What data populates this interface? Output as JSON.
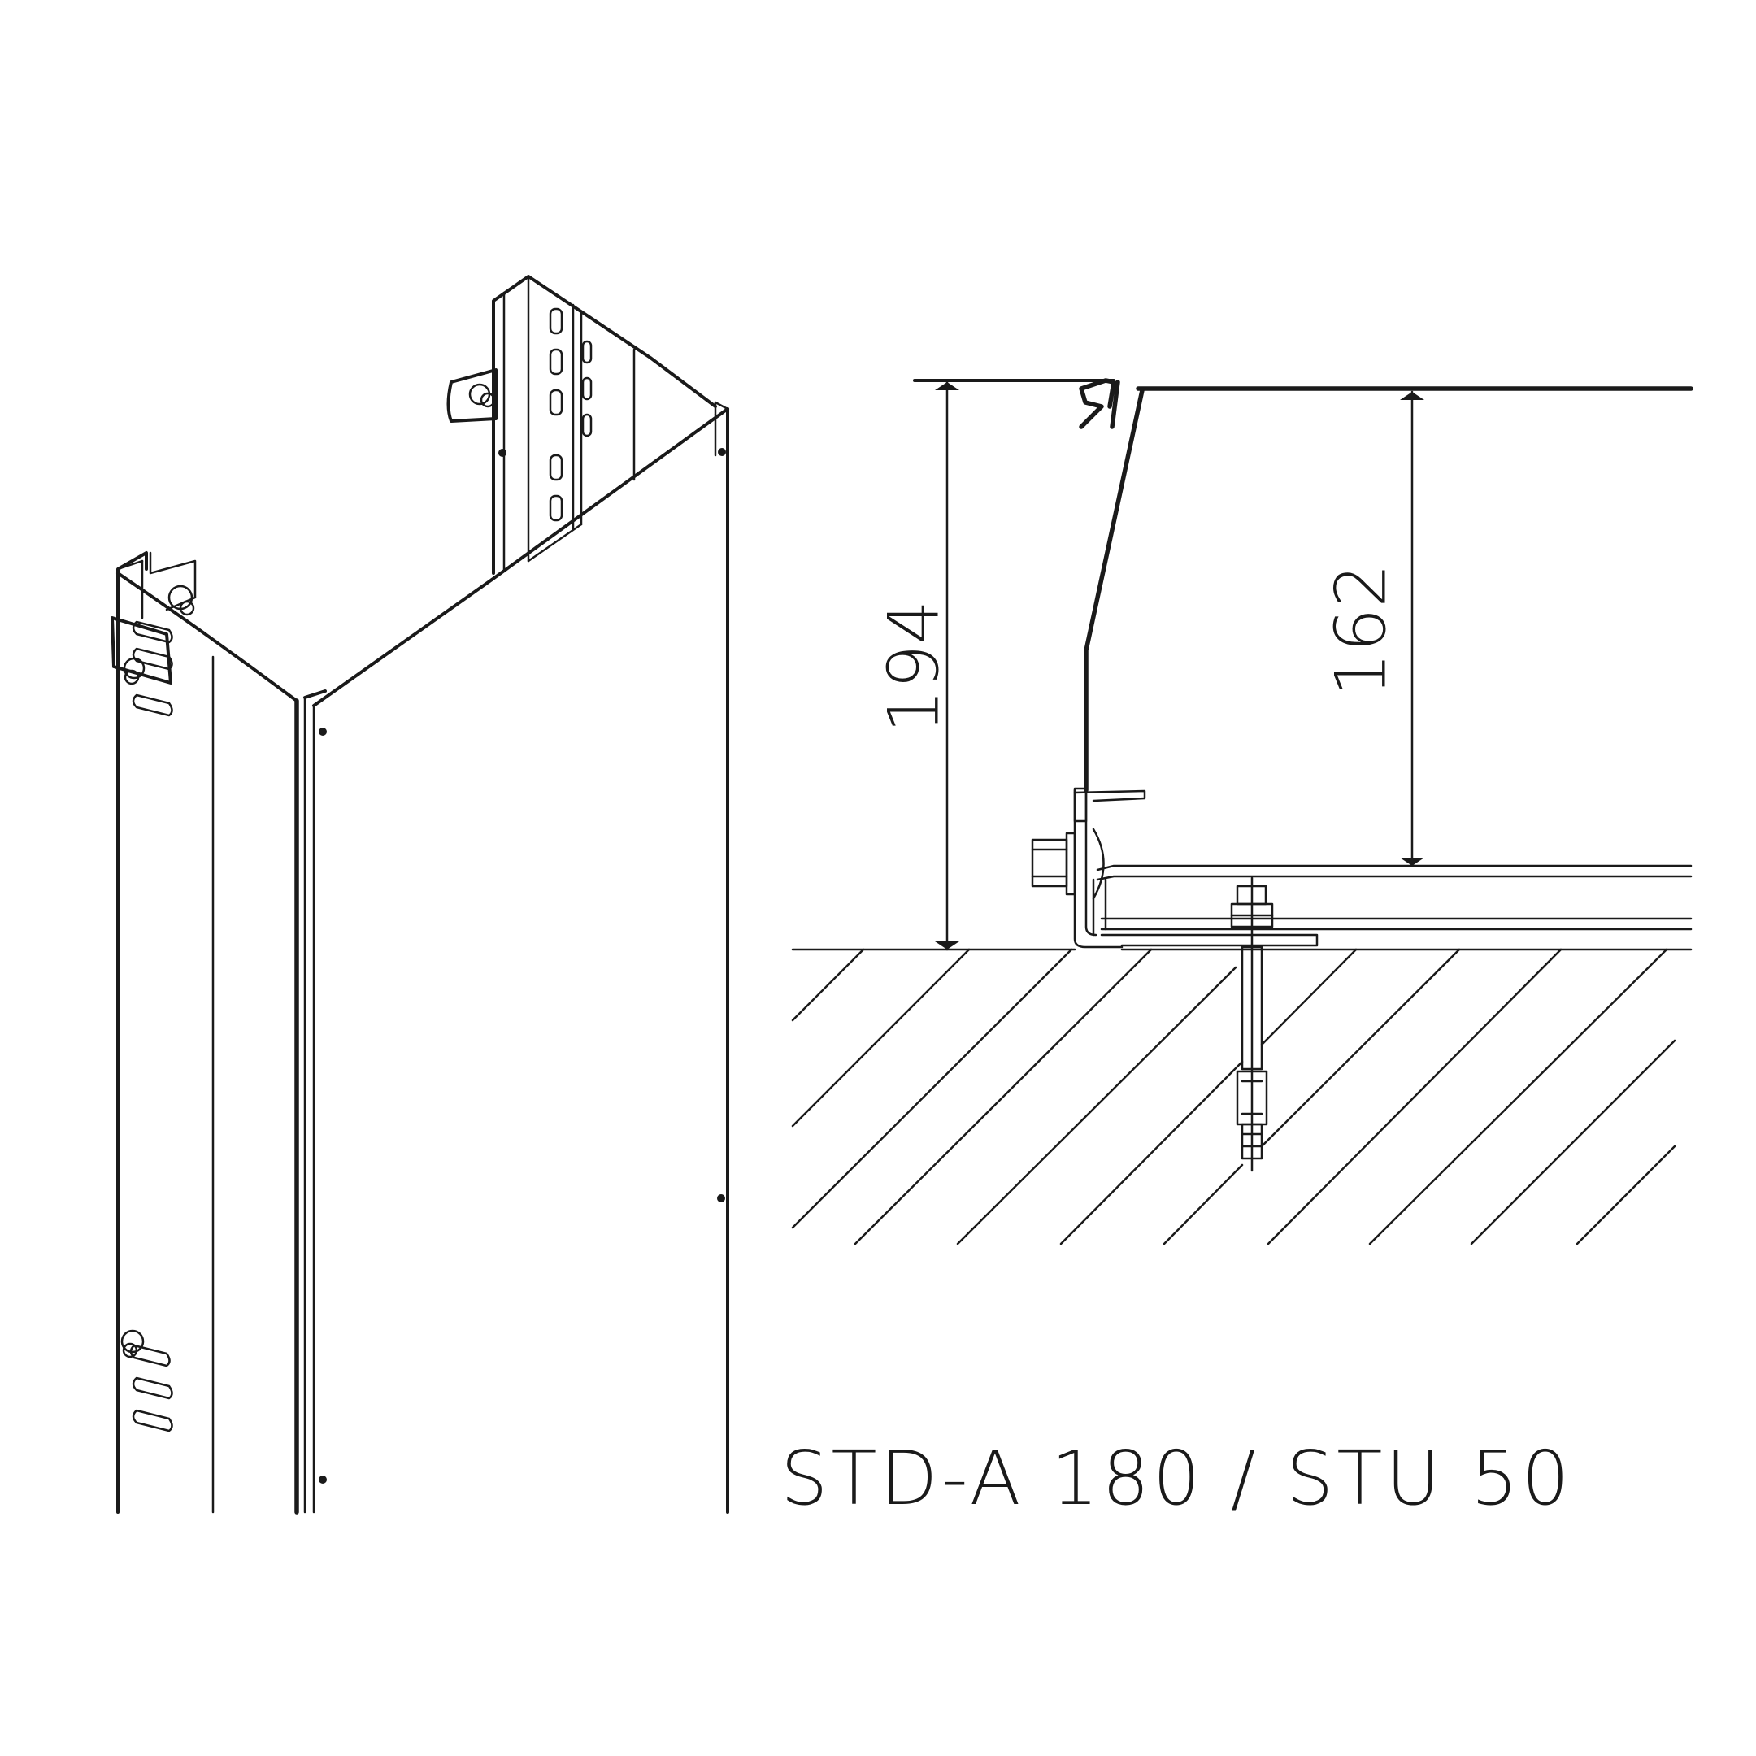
{
  "dimensions": {
    "total_height": "194",
    "inner_height": "162"
  },
  "caption": "STD-A 180 / STU 50",
  "colors": {
    "line": "#1a1a1a",
    "background": "#ffffff"
  }
}
